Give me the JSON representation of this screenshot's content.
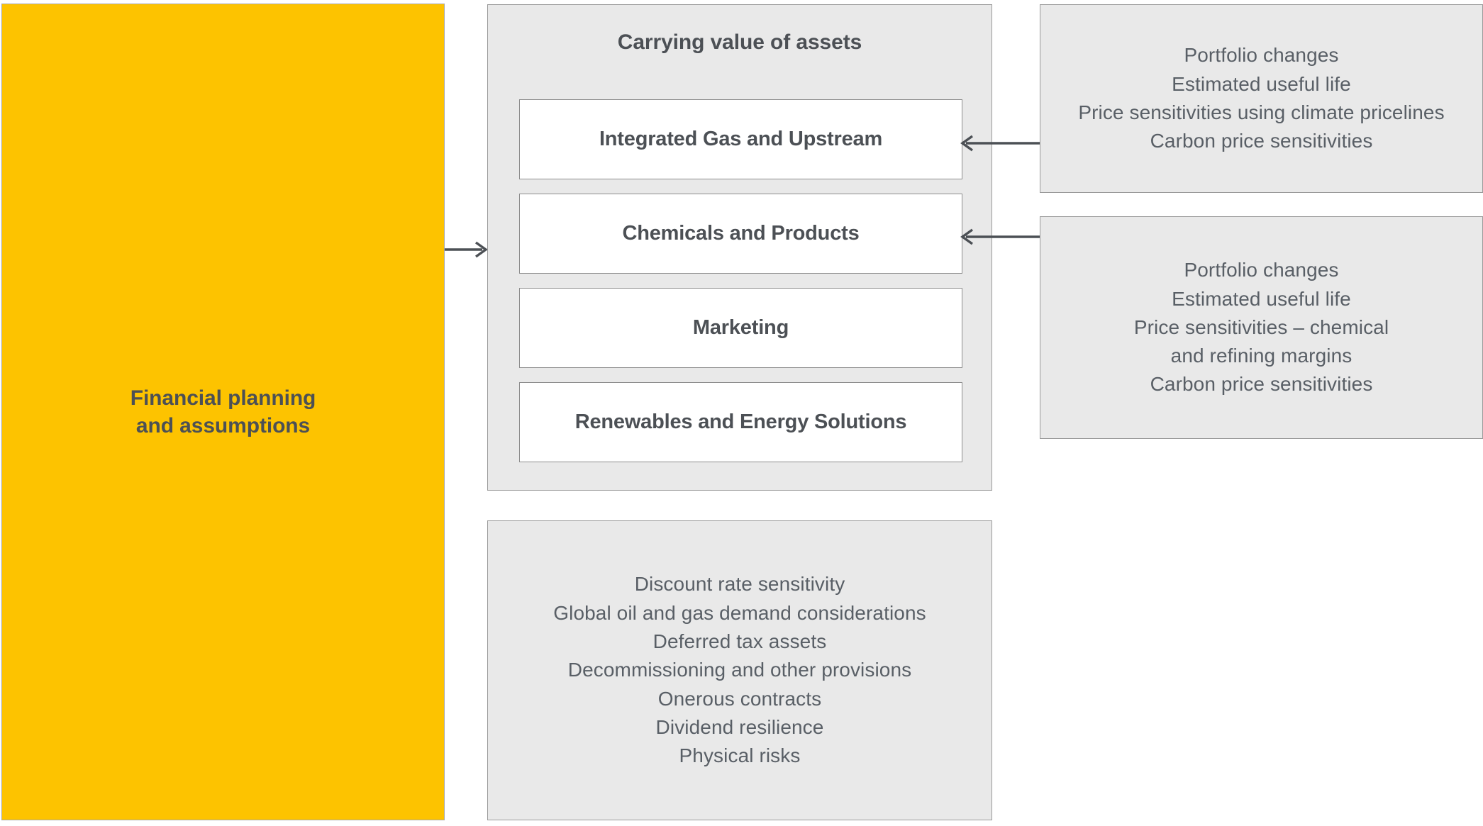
{
  "colors": {
    "accent_yellow": "#fdc300",
    "panel_grey": "#e9e9e9",
    "box_white": "#ffffff",
    "border_grey": "#9a9a9a",
    "text_dark": "#4c5055",
    "text_body": "#595f66",
    "arrow": "#4c5055"
  },
  "input_panel": {
    "label": "Financial planning\nand assumptions"
  },
  "carrying_value_panel": {
    "title": "Carrying value of assets",
    "segments": [
      {
        "label": "Integrated Gas and Upstream"
      },
      {
        "label": "Chemicals and Products"
      },
      {
        "label": "Marketing"
      },
      {
        "label": "Renewables and Energy Solutions"
      }
    ]
  },
  "sensitivity_panels": [
    {
      "id": "integrated-gas-and-upstream-sensitivities",
      "lines": [
        "Portfolio changes",
        "Estimated useful life",
        "Price sensitivities using climate pricelines",
        "Carbon price sensitivities"
      ]
    },
    {
      "id": "chemicals-and-products-sensitivities",
      "lines": [
        "Portfolio changes",
        "Estimated useful life",
        "Price sensitivities – chemical\nand refining margins",
        "Carbon price sensitivities"
      ]
    }
  ],
  "other_considerations_panel": {
    "lines": [
      "Discount rate sensitivity",
      "Global oil and gas demand considerations",
      "Deferred tax assets",
      "Decommissioning and other provisions",
      "Onerous contracts",
      "Dividend resilience",
      "Physical risks"
    ]
  },
  "connectors": [
    {
      "id": "input-to-carrying-value",
      "direction": "right"
    },
    {
      "id": "sensitivities-to-integrated-gas",
      "direction": "left"
    },
    {
      "id": "sensitivities-to-chemicals",
      "direction": "left"
    }
  ]
}
